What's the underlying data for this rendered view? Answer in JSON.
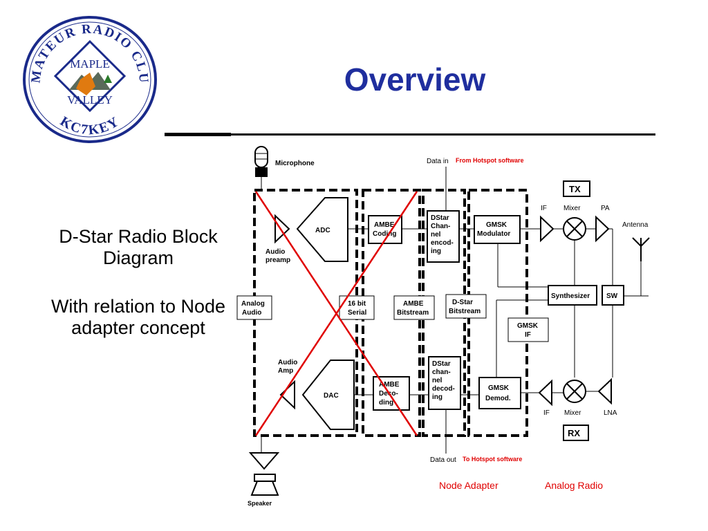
{
  "logo": {
    "top_text": "AMATEUR RADIO CLUB",
    "name_line1": "MAPLE",
    "name_line2": "VALLEY",
    "callsign": "KC7KEY"
  },
  "title": "Overview",
  "side_text": {
    "line1": "D-Star Radio Block Diagram",
    "line2": "With relation to Node adapter concept"
  },
  "diagram": {
    "microphone": "Microphone",
    "data_in": "Data in",
    "from_hotspot": "From Hotspot software",
    "tx": "TX",
    "rx": "RX",
    "if_top": "IF",
    "mixer_top": "Mixer",
    "pa": "PA",
    "antenna": "Antenna",
    "adc": "ADC",
    "audio_preamp_1": "Audio",
    "audio_preamp_2": "preamp",
    "ambe_coding_1": "AMBE",
    "ambe_coding_2": "Coding",
    "dstar_enc": [
      "DStar",
      "Chan-",
      "nel",
      "encod-",
      "ing"
    ],
    "gmsk_mod_1": "GMSK",
    "gmsk_mod_2": "Modulator",
    "synthesizer": "Synthesizer",
    "sw": "SW",
    "analog_audio_1": "Analog",
    "analog_audio_2": "Audio",
    "serial_1": "16 bit",
    "serial_2": "Serial",
    "ambe_bitstream_1": "AMBE",
    "ambe_bitstream_2": "Bitstream",
    "dstar_bitstream_1": "D-Star",
    "dstar_bitstream_2": "Bitstream",
    "gmsk_if_1": "GMSK",
    "gmsk_if_2": "IF",
    "audio_amp_1": "Audio",
    "audio_amp_2": "Amp",
    "dac": "DAC",
    "ambe_decoding": [
      "AMBE",
      "Deco-",
      "ding"
    ],
    "dstar_dec": [
      "DStar",
      "chan-",
      "nel",
      "decod-",
      "ing"
    ],
    "gmsk_demod_1": "GMSK",
    "gmsk_demod_2": "Demod.",
    "if_bottom": "IF",
    "mixer_bottom": "Mixer",
    "lna": "LNA",
    "speaker": "Speaker",
    "data_out": "Data out",
    "to_hotspot": "To Hotspot software",
    "node_adapter": "Node Adapter",
    "analog_radio": "Analog Radio"
  }
}
